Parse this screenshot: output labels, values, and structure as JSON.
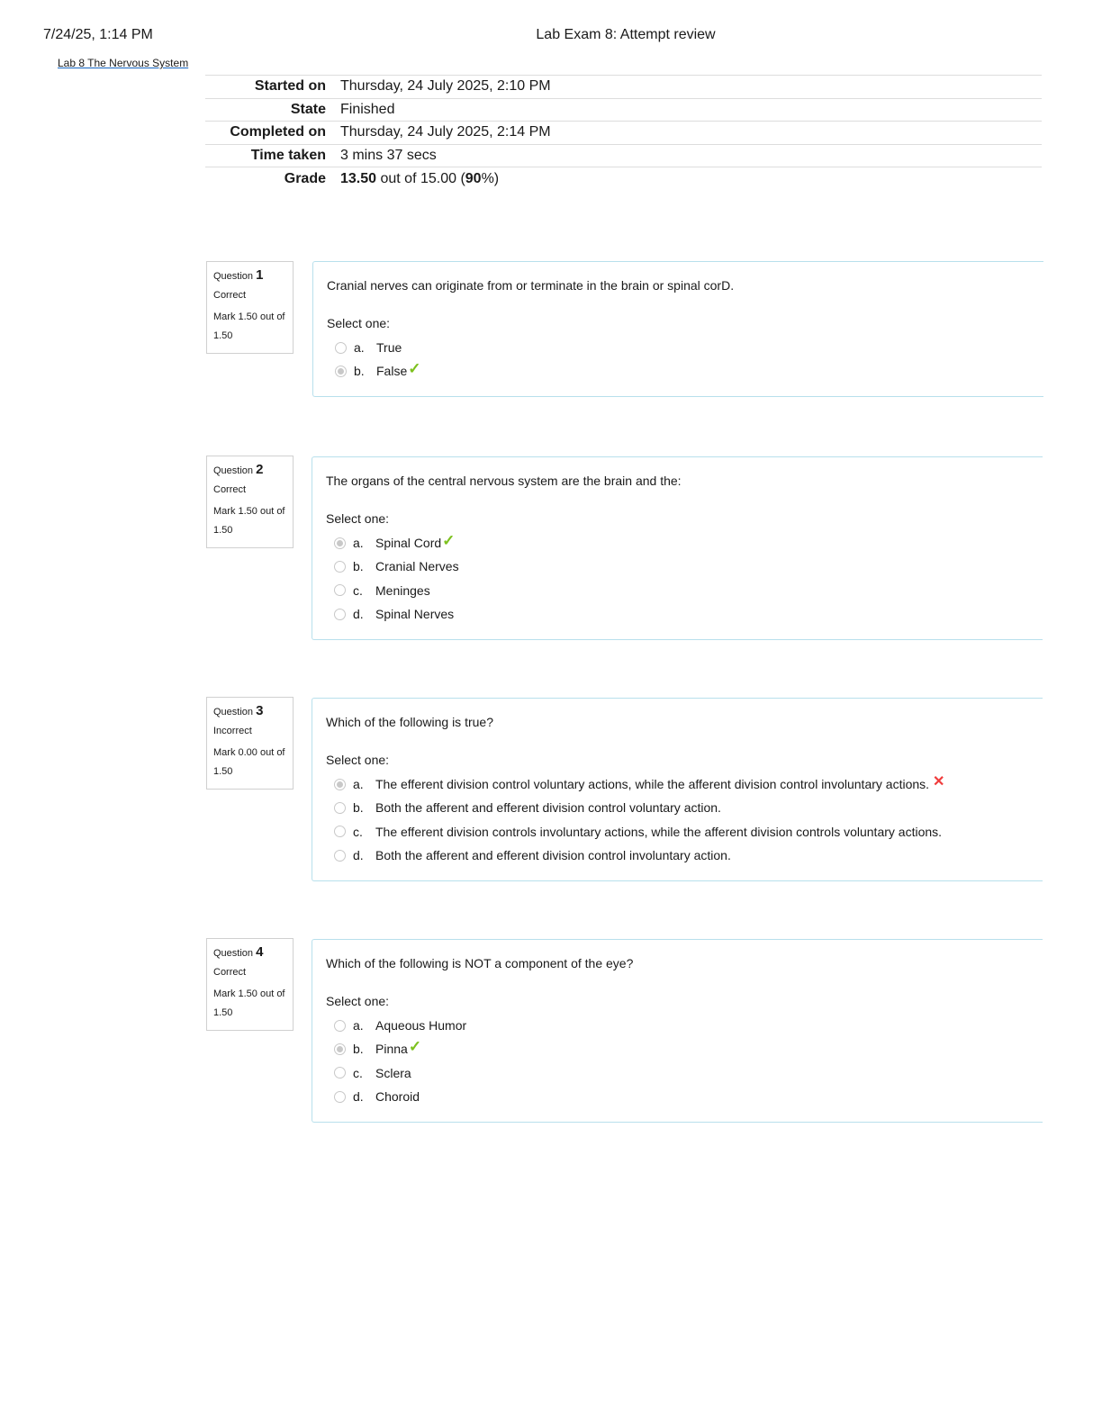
{
  "header": {
    "print_date": "7/24/25, 1:14 PM",
    "page_title": "Lab Exam 8: Attempt review"
  },
  "breadcrumb": "Lab 8 The Nervous System",
  "summary": {
    "started_label": "Started on",
    "started_value": "Thursday, 24 July 2025, 2:10 PM",
    "state_label": "State",
    "state_value": "Finished",
    "completed_label": "Completed on",
    "completed_value": "Thursday, 24 July 2025, 2:14 PM",
    "time_label": "Time taken",
    "time_value": "3 mins 37 secs",
    "grade_label": "Grade",
    "grade_score": "13.50",
    "grade_mid": " out of 15.00 (",
    "grade_percent": "90",
    "grade_end": "%)"
  },
  "colors": {
    "correct": "#7dc11e",
    "incorrect": "#f03c3c",
    "content_border": "#b8e0ec"
  },
  "icons": {
    "correct": "check-icon",
    "incorrect": "cross-icon"
  },
  "questions": [
    {
      "label": "Question",
      "number": "1",
      "state": "Correct",
      "mark": "Mark 1.50 out of 1.50",
      "text": "Cranial nerves can originate from or terminate in the brain or spinal corD.",
      "prompt": "Select one:",
      "answers": [
        {
          "letter": "a.",
          "text": "True"
        },
        {
          "letter": "b.",
          "text": "False"
        }
      ]
    },
    {
      "label": "Question",
      "number": "2",
      "state": "Correct",
      "mark": "Mark 1.50 out of 1.50",
      "text": "The organs of the central nervous system are the brain and the:",
      "prompt": "Select one:",
      "answers": [
        {
          "letter": "a.",
          "text": "Spinal Cord"
        },
        {
          "letter": "b.",
          "text": "Cranial Nerves"
        },
        {
          "letter": "c.",
          "text": "Meninges"
        },
        {
          "letter": "d.",
          "text": "Spinal Nerves"
        }
      ]
    },
    {
      "label": "Question",
      "number": "3",
      "state": "Incorrect",
      "mark": "Mark 0.00 out of 1.50",
      "text": "Which of the following is true?",
      "prompt": "Select one:",
      "answers": [
        {
          "letter": "a.",
          "text": "The efferent division control voluntary actions, while the afferent division control involuntary actions."
        },
        {
          "letter": "b.",
          "text": "Both the afferent and efferent division control voluntary action."
        },
        {
          "letter": "c.",
          "text": "The efferent division controls involuntary actions, while the afferent division controls voluntary actions."
        },
        {
          "letter": "d.",
          "text": "Both the afferent and efferent division control involuntary action."
        }
      ]
    },
    {
      "label": "Question",
      "number": "4",
      "state": "Correct",
      "mark": "Mark 1.50 out of 1.50",
      "text": "Which of the following is NOT a component of the eye?",
      "prompt": "Select one:",
      "answers": [
        {
          "letter": "a.",
          "text": "Aqueous Humor"
        },
        {
          "letter": "b.",
          "text": "Pinna"
        },
        {
          "letter": "c.",
          "text": "Sclera"
        },
        {
          "letter": "d.",
          "text": "Choroid"
        }
      ]
    }
  ]
}
